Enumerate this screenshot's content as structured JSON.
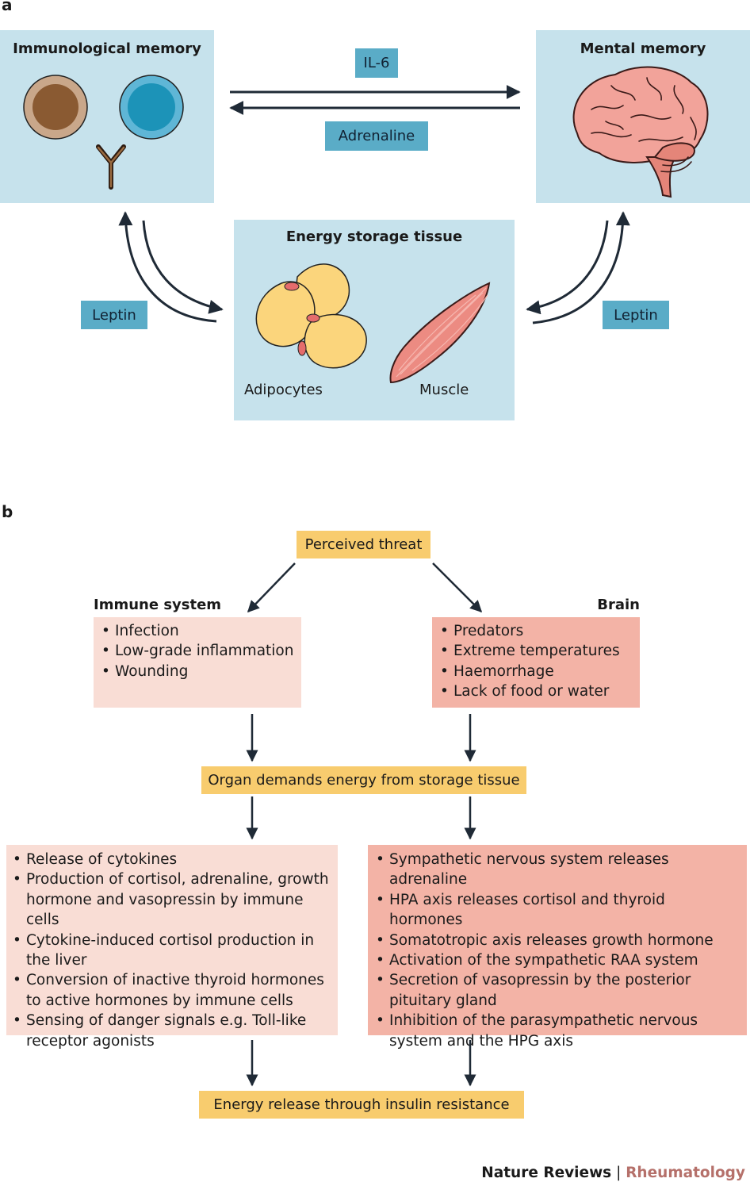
{
  "panel_a": {
    "letter": "a",
    "immunological_memory": "Immunological memory",
    "mental_memory": "Mental memory",
    "energy_storage_tissue": "Energy storage tissue",
    "il6": "IL-6",
    "adrenaline": "Adrenaline",
    "leptin_left": "Leptin",
    "leptin_right": "Leptin",
    "adipocytes": "Adipocytes",
    "muscle": "Muscle"
  },
  "panel_b": {
    "letter": "b",
    "perceived_threat": "Perceived threat",
    "immune_system": "Immune system",
    "brain": "Brain",
    "immune_threats": [
      "Infection",
      "Low-grade inflammation",
      "Wounding"
    ],
    "brain_threats": [
      "Predators",
      "Extreme temperatures",
      "Haemorrhage",
      "Lack of food or water"
    ],
    "organ_demands": "Organ demands energy from storage tissue",
    "immune_responses": [
      "Release of cytokines",
      "Production of cortisol, adrenaline, growth hormone and vasopressin by immune cells",
      "Cytokine-induced cortisol production in the liver",
      "Conversion of inactive thyroid hormones to active hormones by immune cells",
      "Sensing of danger signals e.g. Toll-like receptor agonists"
    ],
    "brain_responses": [
      "Sympathetic nervous system releases adrenaline",
      "HPA axis releases cortisol and thyroid hormones",
      "Somatotropic axis releases growth hormone",
      "Activation of the sympathetic RAA system",
      "Secretion of vasopressin by the posterior pituitary gland",
      "Inhibition of the parasympathetic nervous system and the HPG axis"
    ],
    "energy_release": "Energy release through insulin resistance"
  },
  "footer": {
    "journal": "Nature Reviews",
    "separator": "|",
    "section": "Rheumatology"
  },
  "colors": {
    "light_blue": "#c6e2ec",
    "tag_blue": "#5aacc7",
    "yellow": "#f8cc6e",
    "light_pink": "#f9ddd5",
    "salmon": "#f3b3a6",
    "arrow": "#1f2a36",
    "rheumatology": "#b5706a"
  }
}
